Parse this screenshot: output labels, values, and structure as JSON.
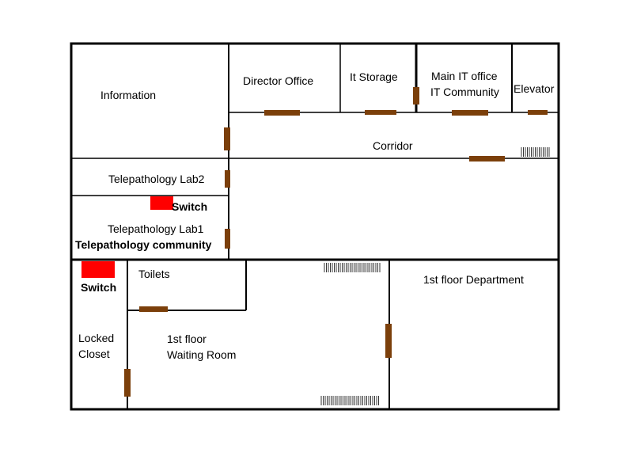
{
  "rooms": {
    "information": "Information",
    "director_office": "Director Office",
    "it_storage": "It Storage",
    "main_it_office": "Main IT office",
    "it_community": "IT Community",
    "elevator": "Elevator",
    "corridor": "Corridor",
    "telepathology_lab2": "Telepathology Lab2",
    "telepathology_lab1": "Telepathology Lab1",
    "telepathology_community": "Telepathology community",
    "toilets": "Toilets",
    "locked": "Locked",
    "closet": "Closet",
    "waiting_room_line1": "1st floor",
    "waiting_room_line2": "Waiting Room",
    "first_floor_department": "1st floor Department"
  },
  "switches": {
    "upper_label": "Switch",
    "lower_label": "Switch",
    "color": "#ff0000"
  },
  "colors": {
    "door": "#7b3f0a",
    "wall": "#000000",
    "background": "#ffffff"
  },
  "icons": [
    "door-icon",
    "stairs-icon",
    "network-switch-icon"
  ]
}
